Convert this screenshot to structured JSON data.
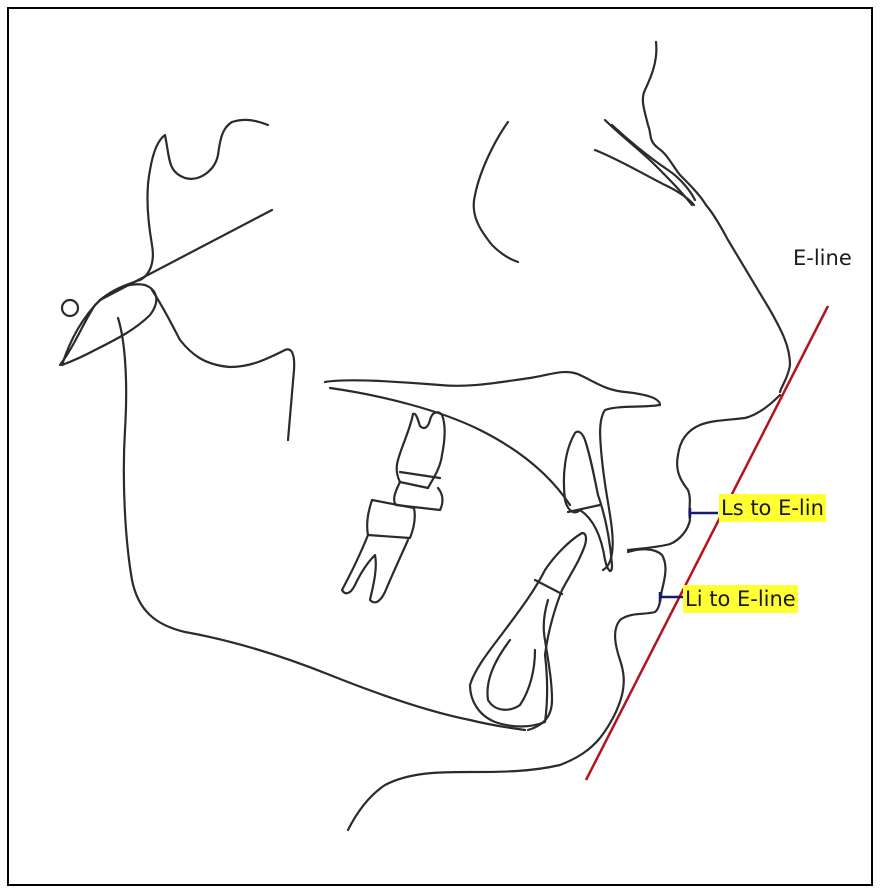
{
  "labels": {
    "eline": "E-line",
    "ls_to_eline": "Ls to E-lin",
    "li_to_eline": "Li to E-line"
  },
  "colors": {
    "tracing": "#2b2b2b",
    "eline": "#b3141c",
    "measurement": "#1a1a6b",
    "highlight": "#ffff33",
    "border": "#000000"
  }
}
